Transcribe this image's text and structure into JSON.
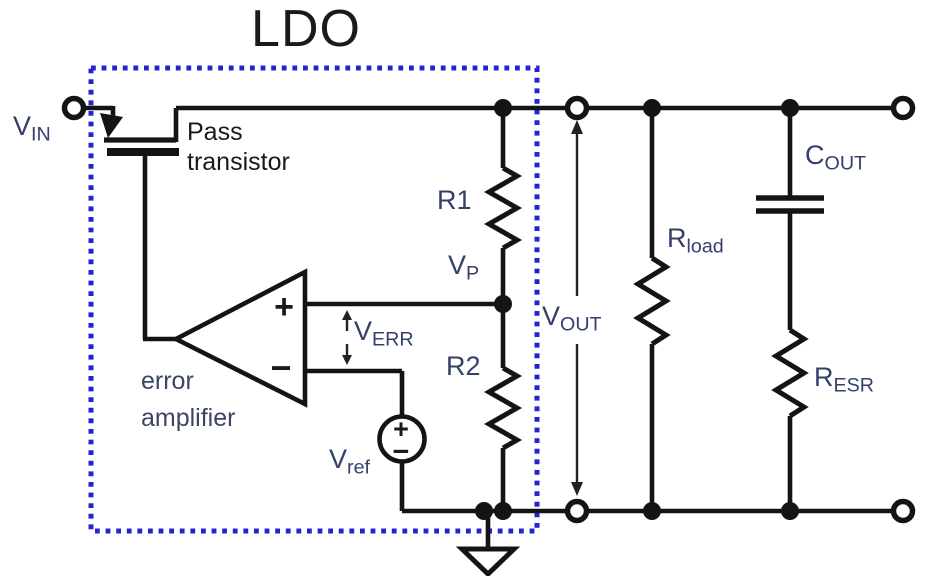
{
  "diagram": {
    "title": "LDO",
    "labels": {
      "v_in": {
        "main": "V",
        "sub": "IN"
      },
      "pass_transistor": {
        "line1": "Pass",
        "line2": "transistor"
      },
      "error_amplifier": {
        "line1": "error",
        "line2": "amplifier"
      },
      "r1": "R1",
      "r2": "R2",
      "v_p": {
        "main": "V",
        "sub": "P"
      },
      "v_err": {
        "main": "V",
        "sub": "ERR"
      },
      "v_ref": {
        "main": "V",
        "sub": "ref"
      },
      "v_out": {
        "main": "V",
        "sub": "OUT"
      },
      "r_load": {
        "main": "R",
        "sub": "load"
      },
      "c_out": {
        "main": "C",
        "sub": "OUT"
      },
      "r_esr": {
        "main": "R",
        "sub": "ESR"
      },
      "amp_plus": "+",
      "amp_minus": "−",
      "vref_plus": "+",
      "vref_minus": "−"
    },
    "colors": {
      "wire": "#141414",
      "component_label": "#34406b",
      "annotation": "#1a1a1a",
      "ldo_box": "#2323d6"
    }
  }
}
